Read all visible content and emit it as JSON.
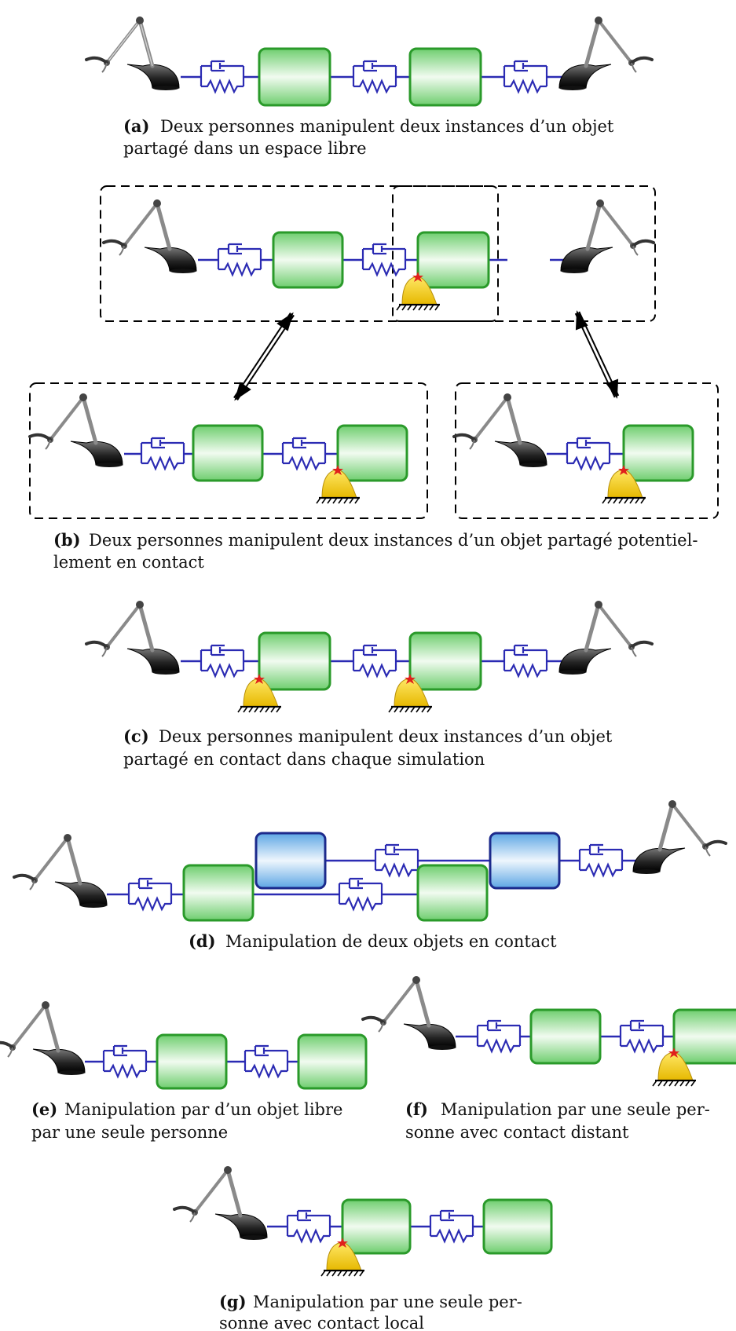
{
  "colors": {
    "link": "#2b2bb3",
    "object_fill_green": "#cdeeca",
    "object_stroke_green": "#2a9a2a",
    "object_fill_blue": "#b8d8f2",
    "object_stroke_blue": "#1c2a8c",
    "contact_fill": "#ffd84a",
    "contact_star": "#e0201c",
    "haptic_device": "#2b2b2b"
  },
  "icons": {
    "haptic": "haptic-device-icon",
    "coupling": "spring-damper-icon",
    "contact": "contact-surface-icon",
    "arrow": "double-arrow-icon"
  },
  "captions": {
    "a": {
      "label": "(a)",
      "lines": [
        "Deux personnes manipulent deux instances d’un objet",
        "partagé dans un espace libre"
      ]
    },
    "b": {
      "label": "(b)",
      "lines": [
        "Deux personnes manipulent deux instances d’un objet partagé potentiel-",
        "lement en contact"
      ]
    },
    "c": {
      "label": "(c)",
      "lines": [
        "Deux personnes manipulent deux instances d’un objet",
        "partagé en contact dans chaque simulation"
      ]
    },
    "d": {
      "label": "(d)",
      "lines": [
        "Manipulation de deux objets en contact"
      ]
    },
    "e": {
      "label": "(e)",
      "lines": [
        "Manipulation par d’un objet libre",
        "par une seule personne"
      ]
    },
    "f": {
      "label": "(f)",
      "lines": [
        "Manipulation par une seule per-",
        "sonne avec contact distant"
      ]
    },
    "g": {
      "label": "(g)",
      "lines": [
        "Manipulation par une seule per-",
        "sonne avec contact local"
      ]
    }
  }
}
